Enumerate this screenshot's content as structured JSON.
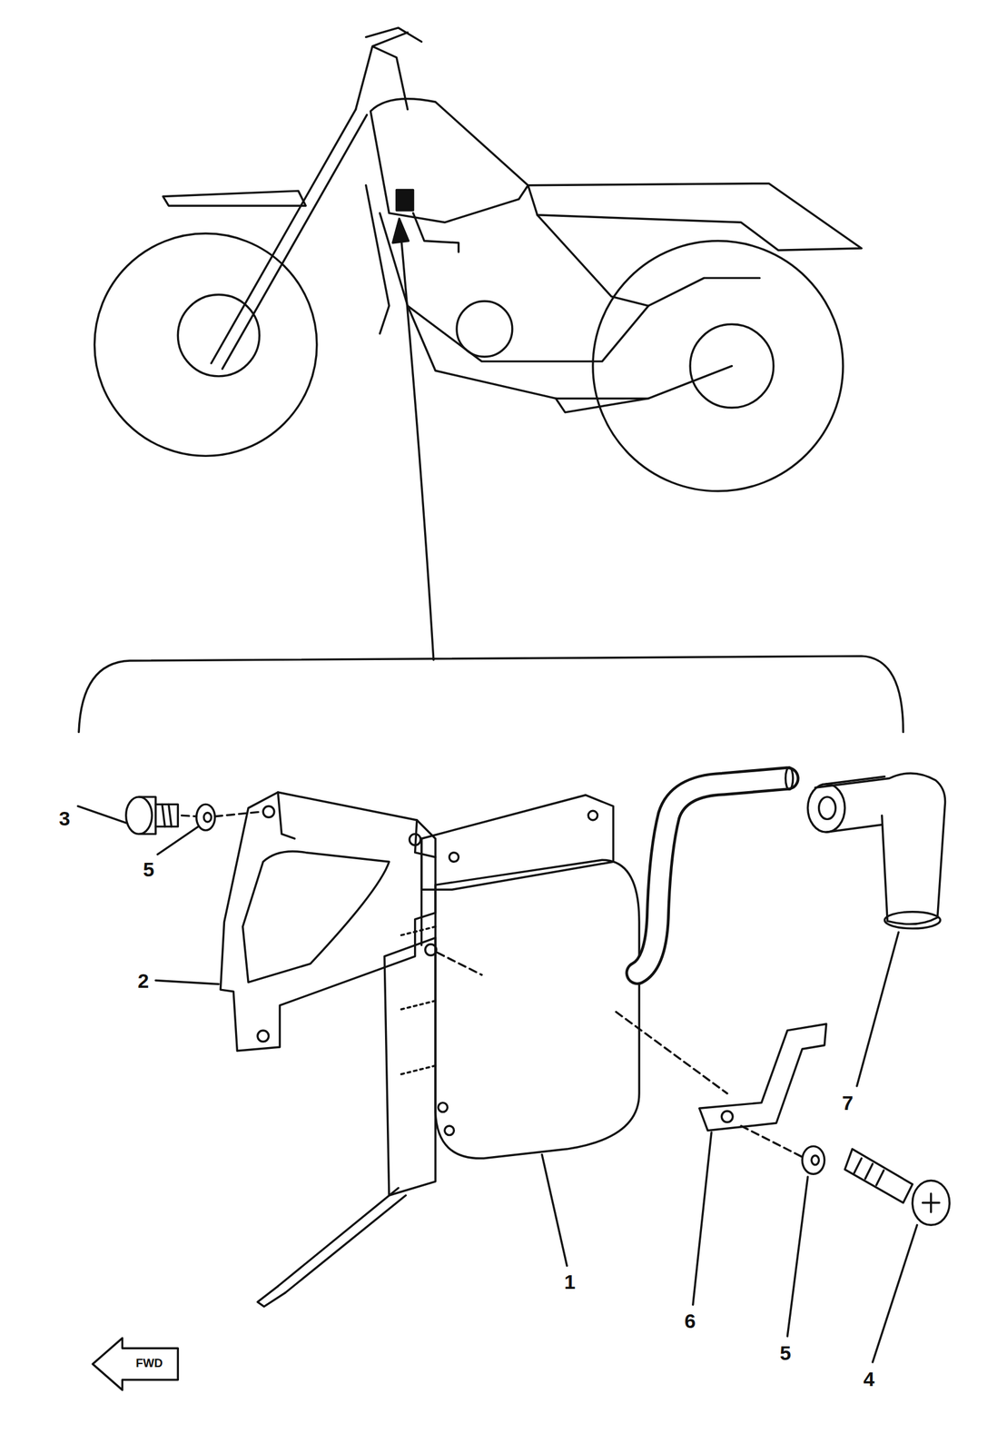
{
  "diagram": {
    "labels": [
      "3",
      "5",
      "2",
      "7",
      "1",
      "6",
      "5",
      "4",
      "FWD"
    ]
  }
}
